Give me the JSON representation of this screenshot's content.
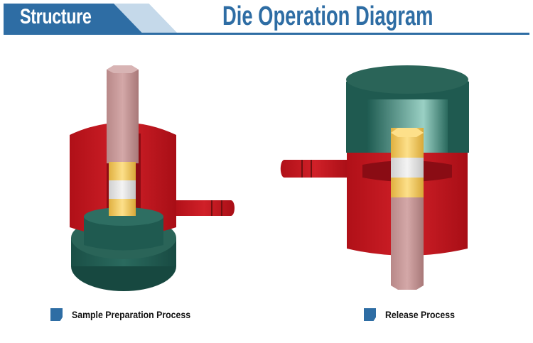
{
  "header": {
    "section_label": "Structure",
    "title": "Die Operation Diagram"
  },
  "legend": [
    {
      "label": "Sample Preparation Process"
    },
    {
      "label": "Release Process"
    }
  ],
  "colors": {
    "accent": "#2e6da4",
    "accent_light": "#c5d9ea",
    "die_red": "#c0161e",
    "die_green": "#1f5a50",
    "rod_pink": "#c79a9a",
    "brass": "#f0c860"
  }
}
